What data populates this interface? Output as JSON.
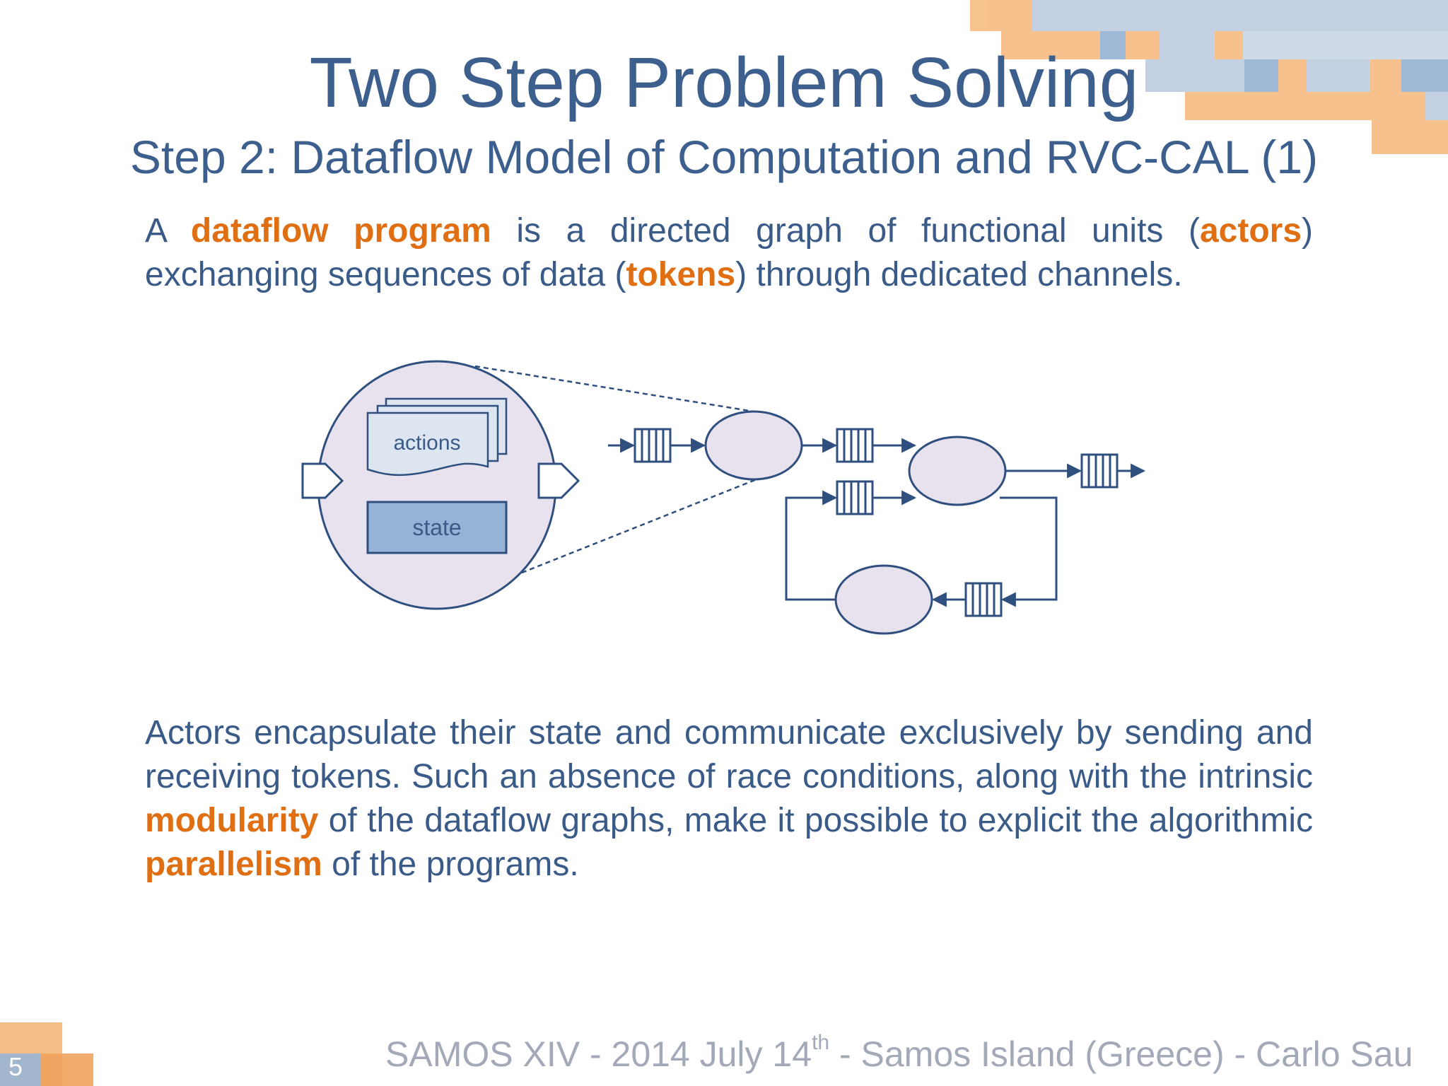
{
  "slide": {
    "title": "Two Step Problem Solving",
    "subtitle": "Step 2: Dataflow Model of Computation and RVC-CAL (1)",
    "para1": {
      "t1": "A ",
      "h1": "dataflow program",
      "t2": " is a directed graph of functional units (",
      "h2": "actors",
      "t3": ") exchanging sequences of data (",
      "h3": "tokens",
      "t4": ") through dedicated channels."
    },
    "para2": {
      "t1": "Actors encapsulate their state and communicate exclusively by sending and receiving tokens. Such an absence of race conditions, along with the intrinsic ",
      "h1": "modularity",
      "t2": " of  the dataflow graphs, make it possible to explicit the algorithmic ",
      "h2": "parallelism",
      "t3": " of the programs."
    },
    "diagram": {
      "actions_label": "actions",
      "state_label": "state"
    },
    "footer": {
      "pre": "SAMOS XIV - 2014 July 14",
      "sup": "th",
      "post": " - Samos Island (Greece) - Carlo Sau"
    },
    "page_number": "5"
  },
  "colors": {
    "title_blue": "#3d5f8e",
    "highlight_orange": "#e06f14",
    "actor_fill": "#e8e1ee",
    "stroke_blue": "#2f4f7f",
    "state_fill": "#95b3d7"
  }
}
